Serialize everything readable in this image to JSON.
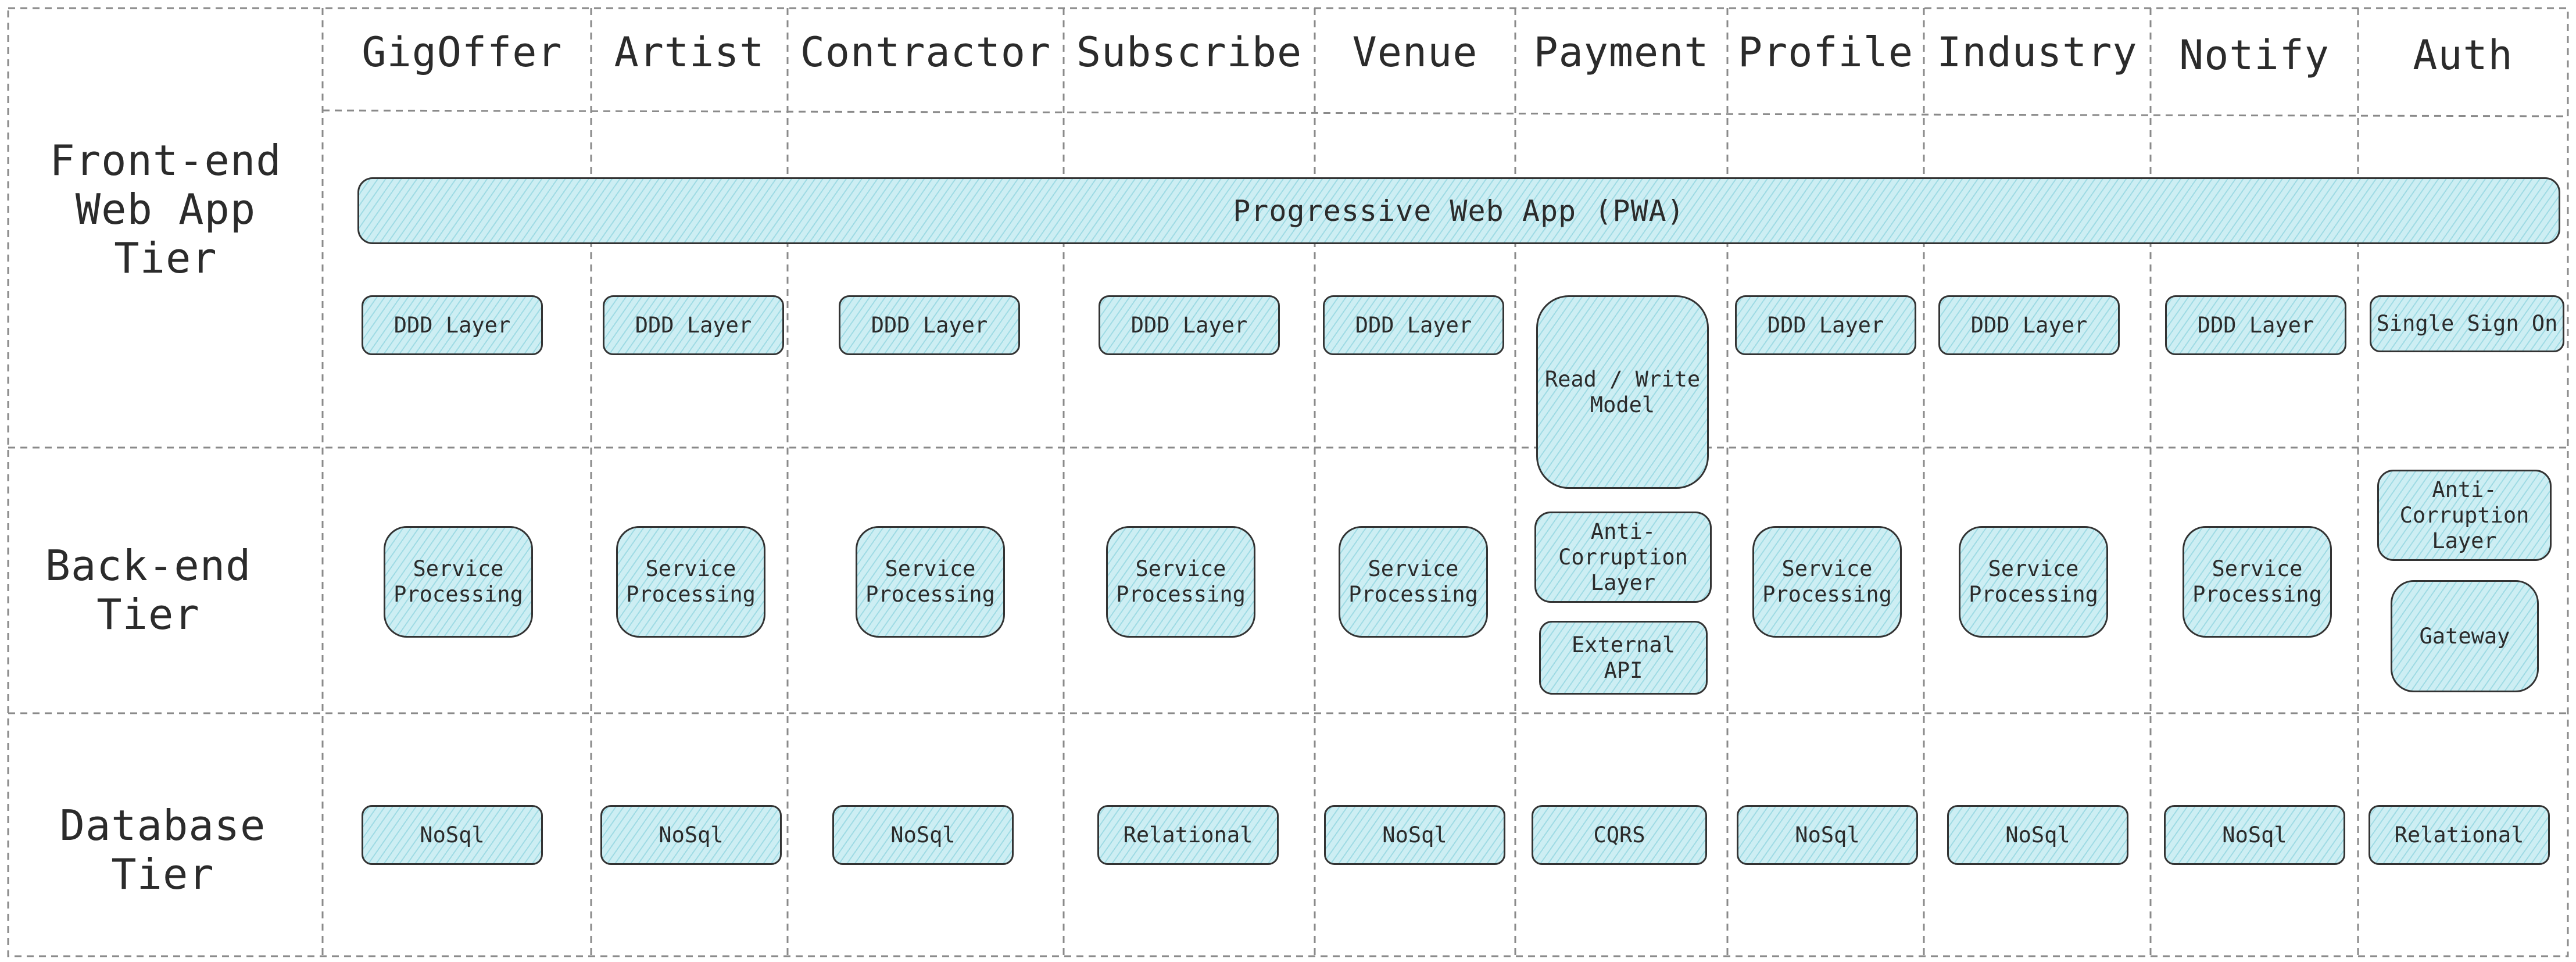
{
  "columns": [
    "GigOffer",
    "Artist",
    "Contractor",
    "Subscribe",
    "Venue",
    "Payment",
    "Profile",
    "Industry",
    "Notify",
    "Auth"
  ],
  "tiers": {
    "frontend": "Front-end\nWeb App Tier",
    "backend": "Back-end\nTier",
    "database": "Database\nTier"
  },
  "pwa": "Progressive Web App (PWA)",
  "frontend_boxes": [
    "DDD Layer",
    "DDD Layer",
    "DDD Layer",
    "DDD Layer",
    "DDD Layer",
    "Read / Write\nModel",
    "DDD Layer",
    "DDD Layer",
    "DDD Layer",
    "Single Sign On"
  ],
  "backend_boxes": [
    "Service\nProcessing",
    "Service\nProcessing",
    "Service\nProcessing",
    "Service\nProcessing",
    "Service\nProcessing",
    "Anti-\nCorruption\nLayer",
    "External\nAPI",
    "Service\nProcessing",
    "Service\nProcessing",
    "Service\nProcessing",
    "Anti-\nCorruption\nLayer",
    "Gateway"
  ],
  "database_boxes": [
    "NoSql",
    "NoSql",
    "NoSql",
    "Relational",
    "NoSql",
    "CQRS",
    "NoSql",
    "NoSql",
    "NoSql",
    "Relational"
  ],
  "colors": {
    "box_fill": "#cdeef3",
    "hatch": "#28aabe",
    "stroke": "#333333",
    "grid": "#888888"
  }
}
